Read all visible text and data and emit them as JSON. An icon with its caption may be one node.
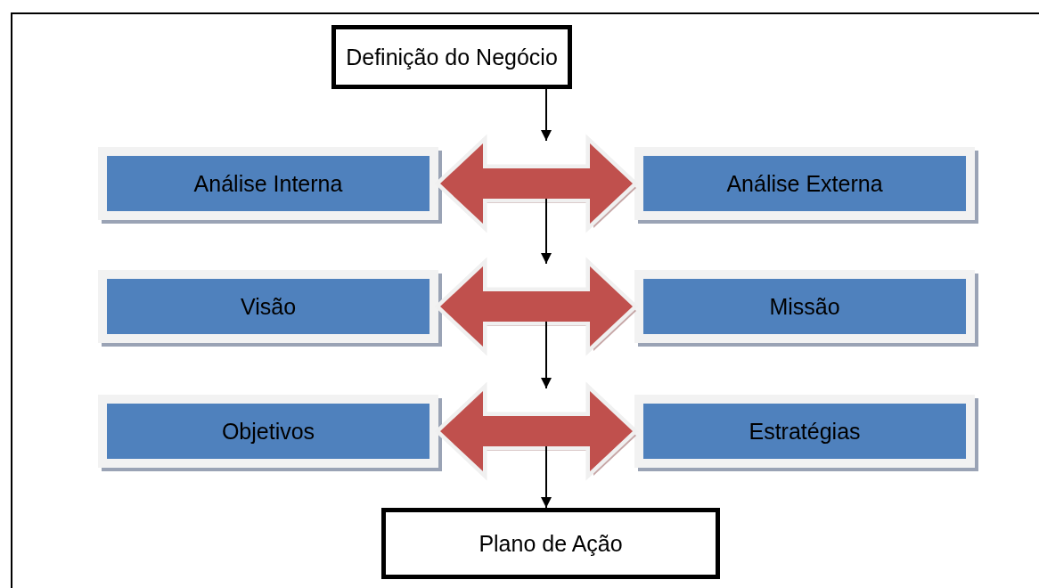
{
  "diagram": {
    "nodes": [
      {
        "text": [
          "Definição do Negócio"
        ]
      },
      {
        "text": [
          "Análise Interna"
        ]
      },
      {
        "text": [
          "Análise Externa"
        ]
      },
      {
        "text": [
          "Visão"
        ]
      },
      {
        "text": [
          "Missão"
        ]
      },
      {
        "text": [
          "Objetivos"
        ]
      },
      {
        "text": [
          "Estratégias"
        ]
      },
      {
        "text": [
          "Plano de Ação"
        ]
      }
    ],
    "edges": [
      {
        "from": 0,
        "to": null,
        "arrow": "to"
      },
      {
        "from": 1,
        "to": 2,
        "arrow": "both",
        "style": "thick",
        "color": "#c0504d"
      },
      {
        "from": 3,
        "to": 4,
        "arrow": "both",
        "style": "thick",
        "color": "#c0504d"
      },
      {
        "from": 5,
        "to": 6,
        "arrow": "both",
        "style": "thick",
        "color": "#c0504d"
      },
      {
        "from": null,
        "to": 7,
        "arrow": "to"
      }
    ]
  }
}
